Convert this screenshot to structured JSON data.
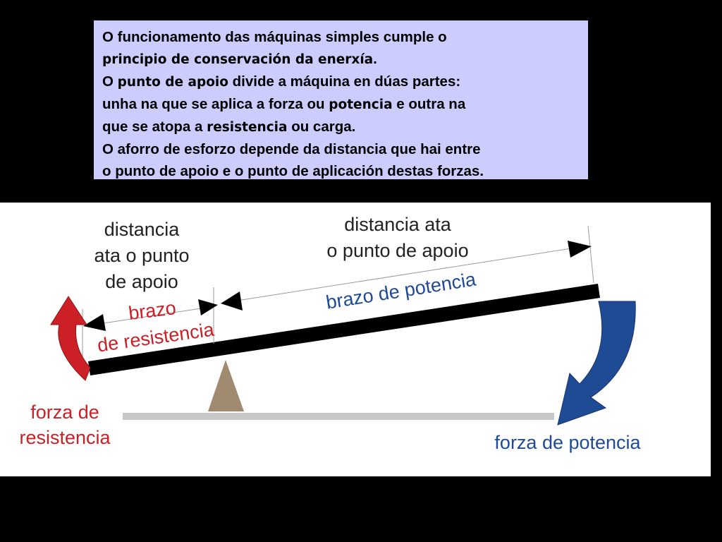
{
  "text_box": {
    "l1_a": "O funcionamento das máquinas simples cumple o",
    "l2_b": "principio de conservación da enerxía",
    "l2_c": ".",
    "l3_a": "O ",
    "l3_b": "punto de apoio",
    "l3_c": " divide a máquina en dúas partes:",
    "l4_a": "unha na que se aplica a forza ou ",
    "l4_b": "potencia",
    "l4_c": " e outra na",
    "l5_a": "que se atopa a ",
    "l5_b": "resistencia",
    "l5_c": " ou carga.",
    "l6_a": "O aforro de esforzo depende da distancia que hai entre",
    "l7_a": "o punto de apoio e o punto de aplicación destas forzas."
  },
  "diagram": {
    "dist_left_1": "distancia",
    "dist_left_2": "ata o punto",
    "dist_left_3": "de apoio",
    "dist_right_1": "distancia ata",
    "dist_right_2": "o punto de apoio",
    "arm_resistance_1": "brazo",
    "arm_resistance_2": "de resistencia",
    "arm_power": "brazo de potencia",
    "force_resistance_1": "forza de",
    "force_resistance_2": "resistencia",
    "force_power": "forza de potencia"
  },
  "colors": {
    "resistance": "#cc1f26",
    "power": "#1f4a94",
    "fulcrum": "#a08a70",
    "ground": "#c8c8c8",
    "lever": "#000000",
    "text_box_bg": "#ccccff"
  }
}
